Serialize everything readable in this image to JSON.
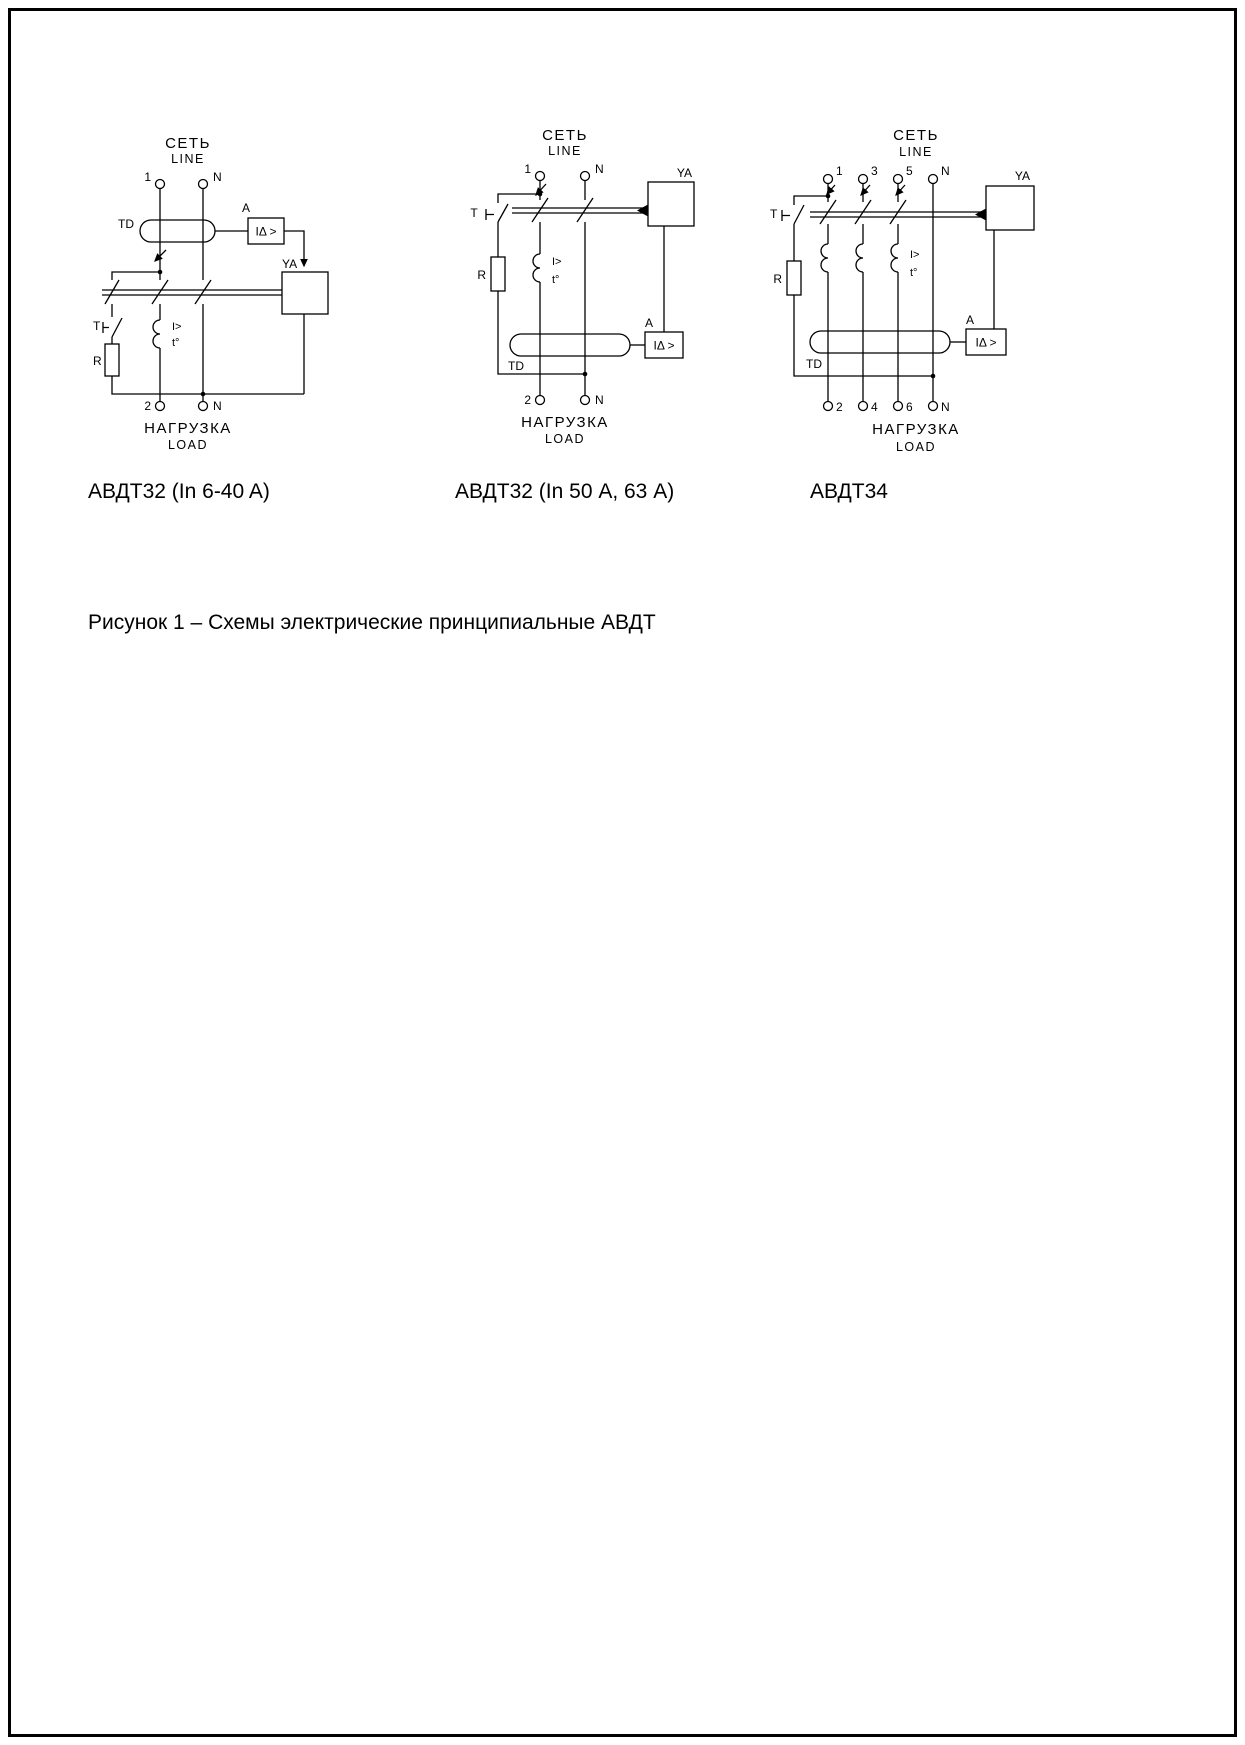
{
  "page": {
    "figure_caption": "Рисунок 1 – Схемы электрические принципиальные АВДТ"
  },
  "colors": {
    "ink": "#000000",
    "paper": "#ffffff"
  },
  "diagrams": [
    {
      "caption": "АВДТ32 (In 6-40 A)",
      "top_label_ru": "СЕТЬ",
      "top_label_en": "LINE",
      "bottom_label_ru": "НАГРУЗКА",
      "bottom_label_en": "LOAD",
      "terminals_top": [
        "1",
        "N"
      ],
      "terminals_bottom": [
        "2",
        "N"
      ],
      "labels": {
        "td": "TD",
        "a": "A",
        "ya": "YA",
        "t": "T",
        "r": "R",
        "overcurrent": "I>",
        "thermal": "t°",
        "differential": "IΔ >"
      }
    },
    {
      "caption": "АВДТ32 (In 50 А, 63 А)",
      "top_label_ru": "СЕТЬ",
      "top_label_en": "LINE",
      "bottom_label_ru": "НАГРУЗКА",
      "bottom_label_en": "LOAD",
      "terminals_top": [
        "1",
        "N"
      ],
      "terminals_bottom": [
        "2",
        "N"
      ],
      "labels": {
        "td": "TD",
        "a": "A",
        "ya": "YA",
        "t": "T",
        "r": "R",
        "overcurrent": "I>",
        "thermal": "t°",
        "differential": "IΔ >"
      }
    },
    {
      "caption": "АВДТ34",
      "top_label_ru": "СЕТЬ",
      "top_label_en": "LINE",
      "bottom_label_ru": "НАГРУЗКА",
      "bottom_label_en": "LOAD",
      "terminals_top": [
        "1",
        "3",
        "5",
        "N"
      ],
      "terminals_bottom": [
        "2",
        "4",
        "6",
        "N"
      ],
      "labels": {
        "td": "TD",
        "a": "A",
        "ya": "YA",
        "t": "T",
        "r": "R",
        "overcurrent": "I>",
        "thermal": "t°",
        "differential": "IΔ >"
      }
    }
  ]
}
